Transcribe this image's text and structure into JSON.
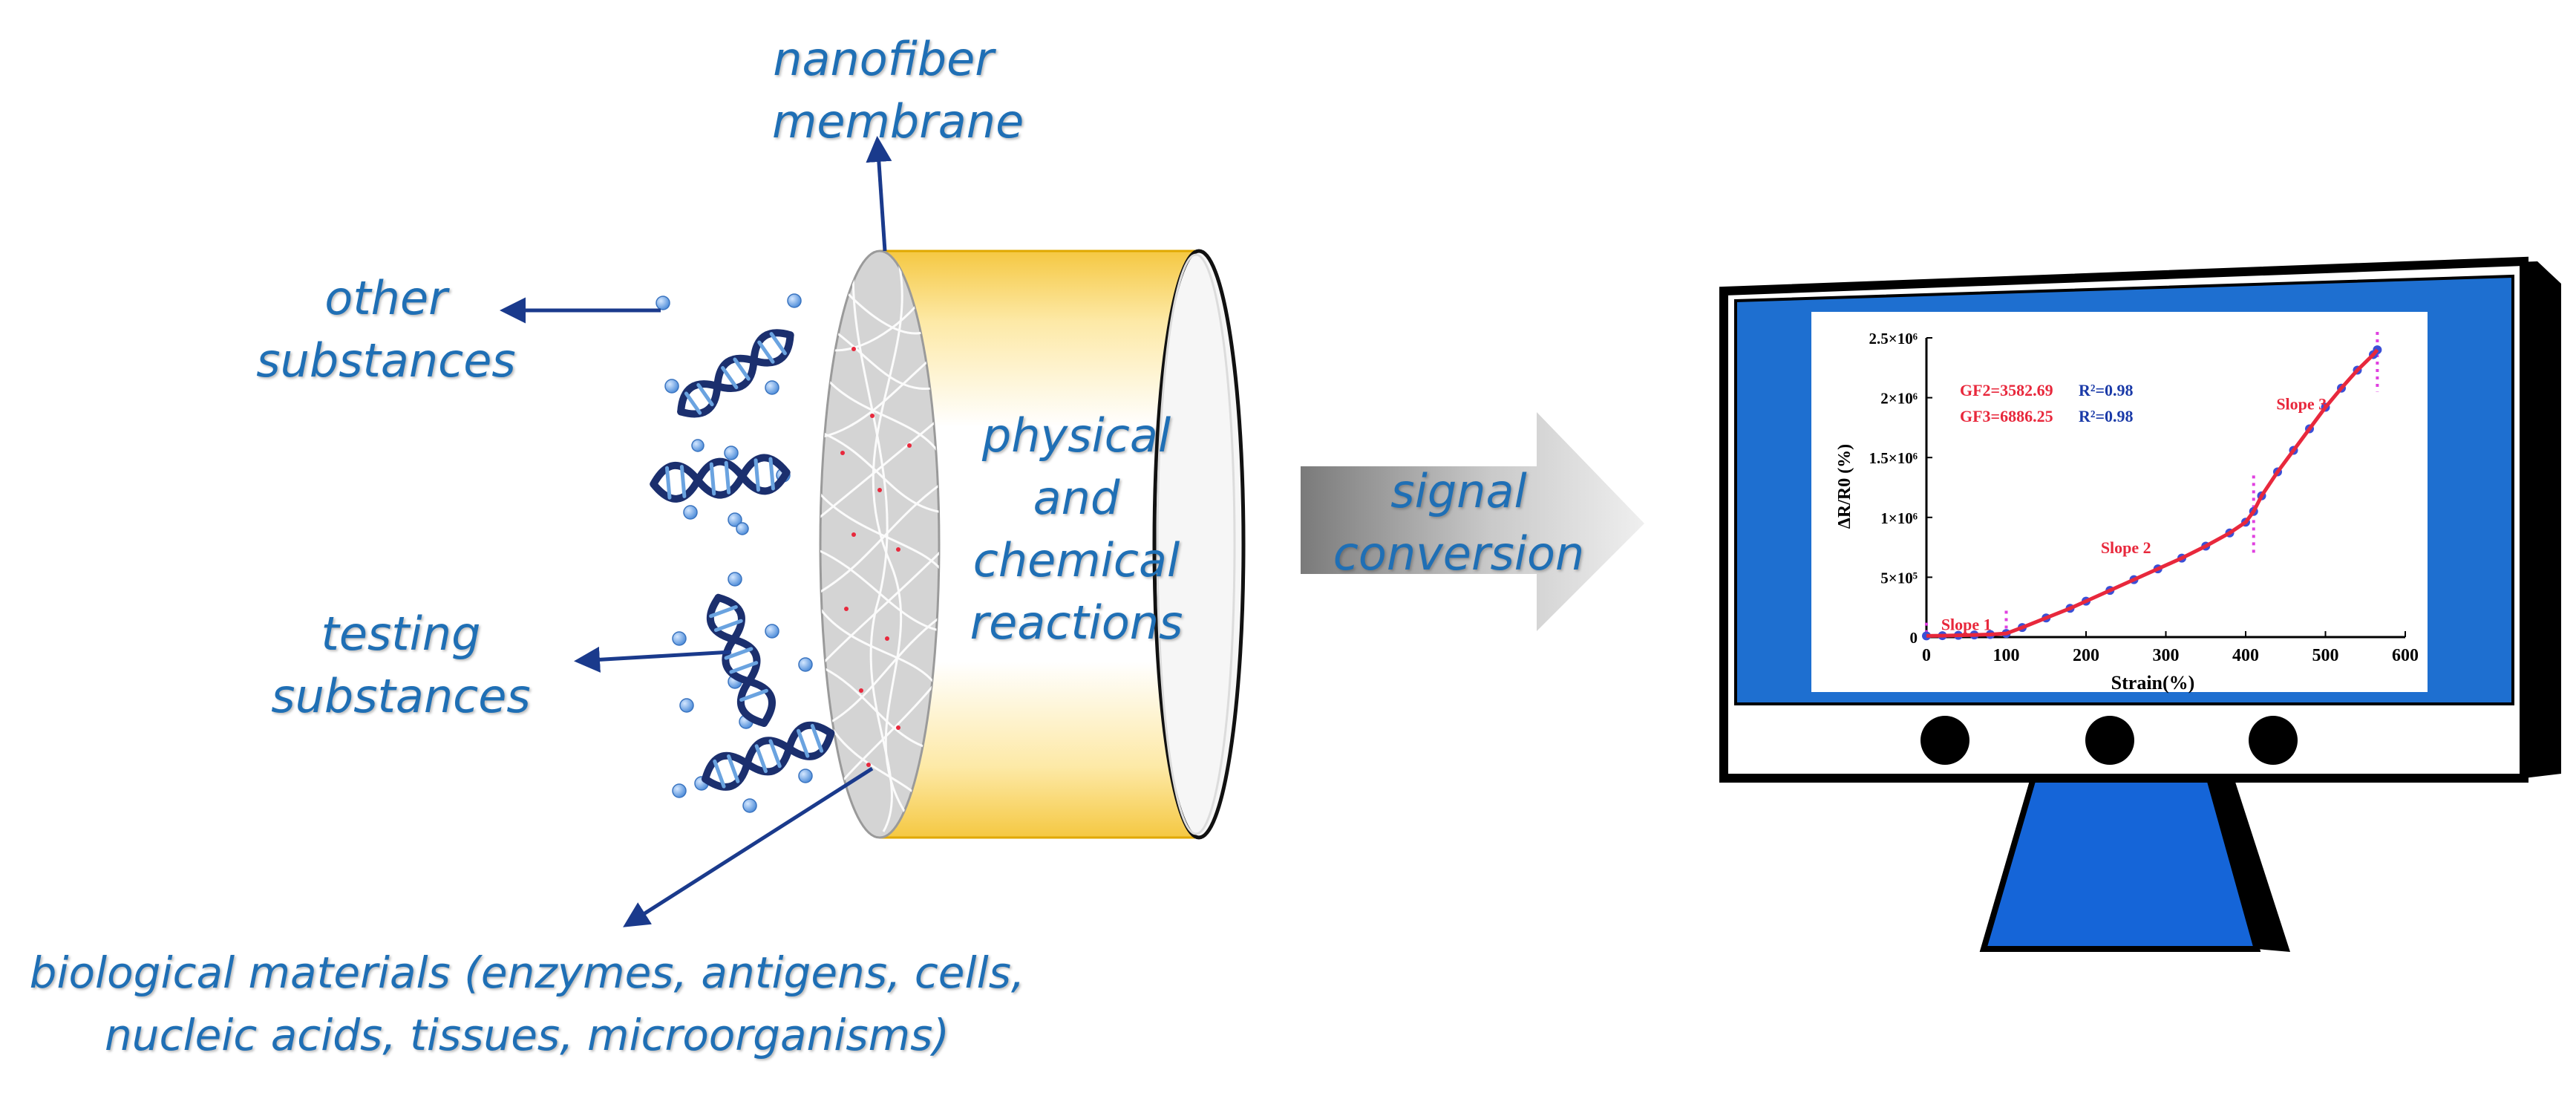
{
  "labels": {
    "nanofiber_1": "nanofiber",
    "nanofiber_2": "membrane",
    "other_1": "other",
    "other_2": "substances",
    "testing_1": "testing",
    "testing_2": "substances",
    "reaction_1": "physical",
    "reaction_2": "and",
    "reaction_3": "chemical",
    "reaction_4": "reactions",
    "signal_1": "signal",
    "signal_2": "conversion",
    "bio_1": "biological materials (enzymes, antigens, cells,",
    "bio_2": "nucleic acids, tissues, microorganisms)"
  },
  "colors": {
    "label_text": "#1f6fb5",
    "arrow": "#1a3a8c",
    "cylinder_gold": "#f5c842",
    "monitor_screen": "#1e6fd0",
    "monitor_stand": "#1565d8",
    "fit_line": "#e8283c",
    "data_points": "#3b4fd6",
    "slope_marker": "#e040e0",
    "legend_red": "#e8283c",
    "legend_blue": "#1a3aa8"
  },
  "chart_data": {
    "type": "line",
    "xlabel": "Strain(%)",
    "ylabel": "ΔR/R0 (%)",
    "xlim": [
      0,
      600
    ],
    "ylim": [
      0,
      2500000
    ],
    "xticks": [
      "0",
      "100",
      "200",
      "300",
      "400",
      "500",
      "600"
    ],
    "yticks": [
      {
        "label": "0",
        "value": 0
      },
      {
        "label": "5×10⁵",
        "value": 500000
      },
      {
        "label": "1×10⁶",
        "value": 1000000
      },
      {
        "label": "1.5×10⁶",
        "value": 1500000
      },
      {
        "label": "2×10⁶",
        "value": 2000000
      },
      {
        "label": "2.5×10⁶",
        "value": 2500000
      }
    ],
    "legend": [
      {
        "text": "GF2=3582.69",
        "r2": "R²=0.98"
      },
      {
        "text": "GF3=6886.25",
        "r2": "R²=0.98"
      }
    ],
    "annotations": [
      {
        "text": "Slope 1",
        "x": 50,
        "y": 60000
      },
      {
        "text": "Slope 2",
        "x": 250,
        "y": 700000
      },
      {
        "text": "Slope 3",
        "x": 470,
        "y": 1900000
      }
    ],
    "slope_boundaries": [
      0,
      100,
      410,
      565
    ],
    "series": [
      {
        "x": [
          0,
          20,
          40,
          60,
          80,
          100,
          120,
          150,
          180,
          200,
          230,
          260,
          290,
          320,
          350,
          380,
          400,
          410,
          420,
          440,
          460,
          480,
          500,
          520,
          540,
          560,
          565
        ],
        "y": [
          10000,
          12000,
          15000,
          18000,
          22000,
          30000,
          80000,
          160000,
          240000,
          300000,
          390000,
          480000,
          570000,
          660000,
          760000,
          870000,
          960000,
          1050000,
          1180000,
          1380000,
          1560000,
          1740000,
          1920000,
          2080000,
          2230000,
          2360000,
          2400000
        ]
      }
    ]
  }
}
